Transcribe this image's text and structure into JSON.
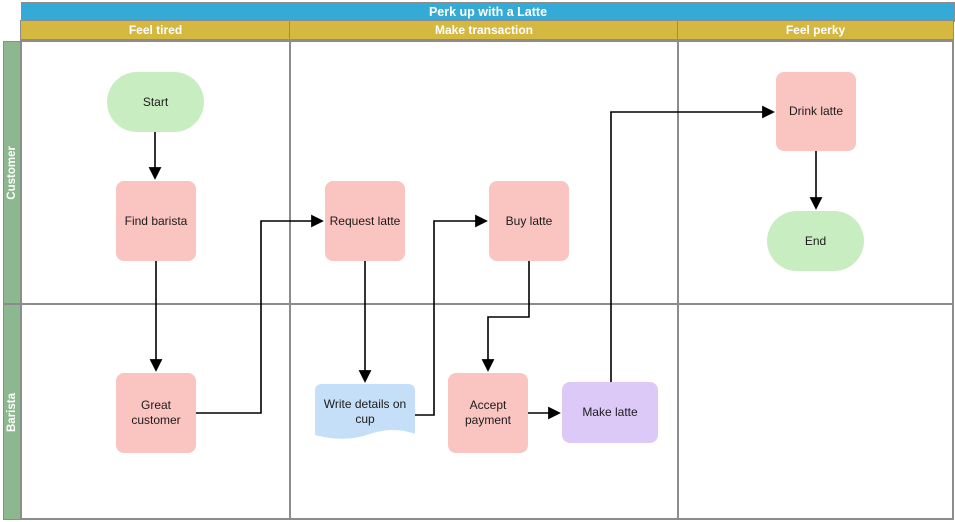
{
  "title": "Perk up with a Latte",
  "phases": [
    {
      "label": "Feel tired"
    },
    {
      "label": "Make transaction"
    },
    {
      "label": "Feel perky"
    }
  ],
  "lanes": [
    {
      "label": "Customer"
    },
    {
      "label": "Barista"
    }
  ],
  "nodes": {
    "start": {
      "label": "Start",
      "type": "terminator"
    },
    "find_barista": {
      "label": "Find barista",
      "type": "process"
    },
    "great_customer": {
      "label": "Great customer",
      "type": "process"
    },
    "request_latte": {
      "label": "Request latte",
      "type": "process"
    },
    "write_details": {
      "label": "Write details on cup",
      "type": "document"
    },
    "buy_latte": {
      "label": "Buy latte",
      "type": "process"
    },
    "accept_payment": {
      "label": "Accept payment",
      "type": "process"
    },
    "make_latte": {
      "label": "Make latte",
      "type": "process"
    },
    "drink_latte": {
      "label": "Drink latte",
      "type": "process"
    },
    "end": {
      "label": "End",
      "type": "terminator"
    }
  },
  "connections": [
    {
      "from": "start",
      "to": "find_barista"
    },
    {
      "from": "find_barista",
      "to": "great_customer"
    },
    {
      "from": "great_customer",
      "to": "request_latte"
    },
    {
      "from": "request_latte",
      "to": "write_details"
    },
    {
      "from": "write_details",
      "to": "buy_latte"
    },
    {
      "from": "buy_latte",
      "to": "accept_payment"
    },
    {
      "from": "accept_payment",
      "to": "make_latte"
    },
    {
      "from": "make_latte",
      "to": "drink_latte"
    },
    {
      "from": "drink_latte",
      "to": "end"
    }
  ],
  "colors": {
    "title_bar": "#34abd6",
    "phase_header": "#d4b840",
    "lane_label": "#8cb78f",
    "terminator_fill": "#c8edc1",
    "process_fill": "#fac4c0",
    "document_fill": "#c6dff8",
    "highlight_fill": "#ddc9f7",
    "grid_line": "#8c8c8c",
    "connector": "#000000"
  }
}
